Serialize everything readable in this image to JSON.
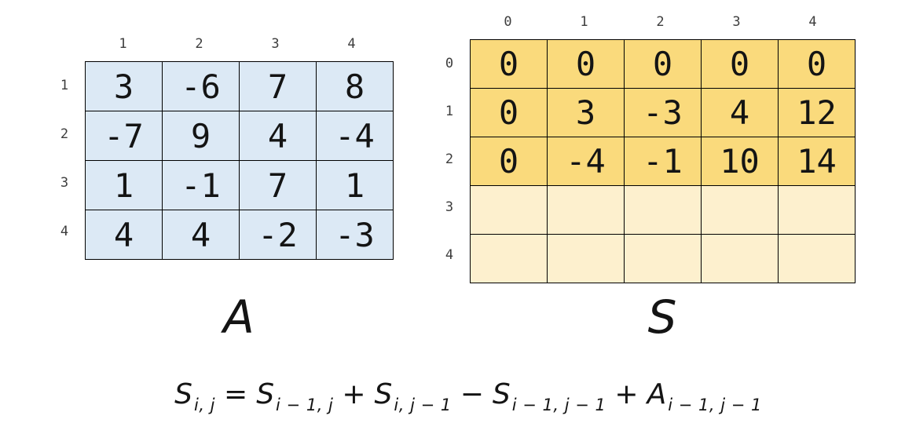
{
  "colors": {
    "a_cell": "#DCE9F5",
    "s_filled": "#FADA7C",
    "s_empty": "#FDF0CE",
    "border": "#000000",
    "text": "#141414",
    "index_label": "#3d3d3d"
  },
  "matrix_a": {
    "label": "A",
    "col_headers": [
      "1",
      "2",
      "3",
      "4"
    ],
    "row_headers": [
      "1",
      "2",
      "3",
      "4"
    ],
    "rows": [
      [
        "3",
        "-6",
        "7",
        "8"
      ],
      [
        "-7",
        "9",
        "4",
        "-4"
      ],
      [
        "1",
        "-1",
        "7",
        "1"
      ],
      [
        "4",
        "4",
        "-2",
        "-3"
      ]
    ]
  },
  "matrix_s": {
    "label": "S",
    "col_headers": [
      "0",
      "1",
      "2",
      "3",
      "4"
    ],
    "row_headers": [
      "0",
      "1",
      "2",
      "3",
      "4"
    ],
    "rows": [
      [
        "0",
        "0",
        "0",
        "0",
        "0"
      ],
      [
        "0",
        "3",
        "-3",
        "4",
        "12"
      ],
      [
        "0",
        "-4",
        "-1",
        "10",
        "14"
      ],
      [
        "",
        "",
        "",
        "",
        ""
      ],
      [
        "",
        "",
        "",
        "",
        ""
      ]
    ]
  },
  "formula": {
    "terms": [
      {
        "base": "S",
        "sub": "i, j"
      },
      {
        "base": "S",
        "sub": "i − 1, j"
      },
      {
        "base": "S",
        "sub": "i, j − 1"
      },
      {
        "base": "S",
        "sub": "i − 1, j − 1"
      },
      {
        "base": "A",
        "sub": "i − 1, j − 1"
      }
    ],
    "ops": [
      "=",
      "+",
      "−",
      "+"
    ]
  }
}
